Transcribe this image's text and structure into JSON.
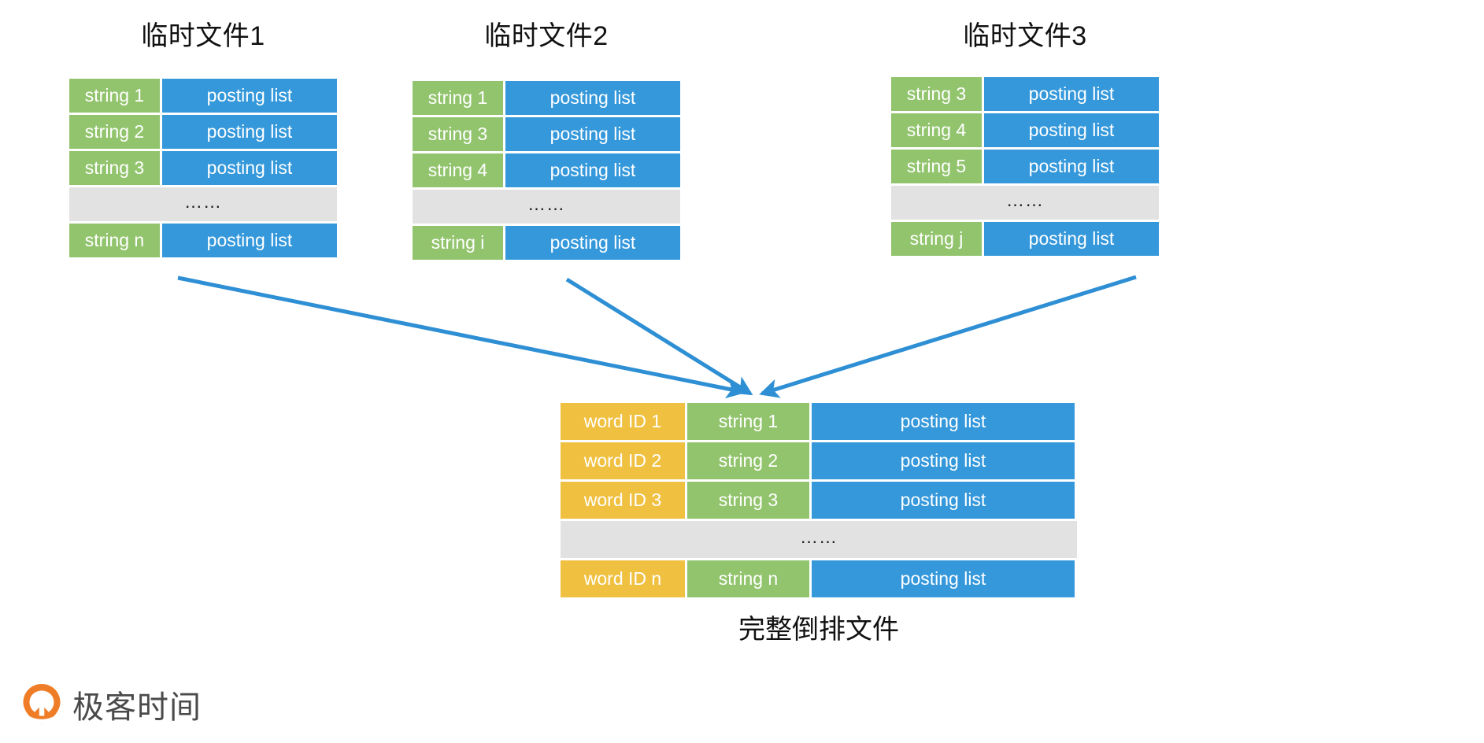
{
  "diagram": {
    "title_caption": "完整倒排文件",
    "gap_ellipsis": "……",
    "row_ellipsis": "……",
    "colors": {
      "string": "#92c46d",
      "posting": "#3498db",
      "word_id": "#f0c040",
      "ellipsis_row": "#e2e2e2",
      "arrow": "#2e8fd4",
      "logo_orange": "#ef7d28",
      "logo_text": "#4a4a4a",
      "text_dark": "#111111"
    },
    "temp_files": [
      {
        "title": "临时文件1",
        "rows": [
          {
            "kind": "data",
            "string": "string 1",
            "posting": "posting list"
          },
          {
            "kind": "data",
            "string": "string 2",
            "posting": "posting list"
          },
          {
            "kind": "data",
            "string": "string 3",
            "posting": "posting list"
          },
          {
            "kind": "ellipsis",
            "text": "……"
          },
          {
            "kind": "data",
            "string": "string n",
            "posting": "posting list"
          }
        ]
      },
      {
        "title": "临时文件2",
        "rows": [
          {
            "kind": "data",
            "string": "string 1",
            "posting": "posting list"
          },
          {
            "kind": "data",
            "string": "string 3",
            "posting": "posting list"
          },
          {
            "kind": "data",
            "string": "string 4",
            "posting": "posting list"
          },
          {
            "kind": "ellipsis",
            "text": "……"
          },
          {
            "kind": "data",
            "string": "string i",
            "posting": "posting list"
          }
        ]
      },
      {
        "title": "临时文件3",
        "rows": [
          {
            "kind": "data",
            "string": "string 3",
            "posting": "posting list"
          },
          {
            "kind": "data",
            "string": "string 4",
            "posting": "posting list"
          },
          {
            "kind": "data",
            "string": "string 5",
            "posting": "posting list"
          },
          {
            "kind": "ellipsis",
            "text": "……"
          },
          {
            "kind": "data",
            "string": "string j",
            "posting": "posting list"
          }
        ]
      }
    ],
    "merged_file": {
      "caption": "完整倒排文件",
      "rows": [
        {
          "kind": "data",
          "word_id": "word ID 1",
          "string": "string 1",
          "posting": "posting list"
        },
        {
          "kind": "data",
          "word_id": "word ID 2",
          "string": "string 2",
          "posting": "posting list"
        },
        {
          "kind": "data",
          "word_id": "word ID 3",
          "string": "string 3",
          "posting": "posting list"
        },
        {
          "kind": "ellipsis",
          "text": "……"
        },
        {
          "kind": "data",
          "word_id": "word ID n",
          "string": "string n",
          "posting": "posting list"
        }
      ]
    },
    "arrows": [
      {
        "from": "temp-file-1",
        "to": "merged-file"
      },
      {
        "from": "temp-file-2",
        "to": "merged-file"
      },
      {
        "from": "temp-file-3",
        "to": "merged-file"
      }
    ]
  },
  "branding": {
    "name": "极客时间"
  }
}
